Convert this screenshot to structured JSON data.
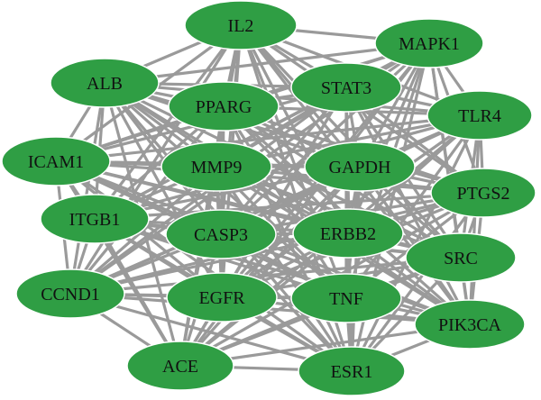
{
  "colors": {
    "node_fill": "#2f9e44",
    "node_stroke": "#ffffff",
    "edge": "#9a9a9a",
    "label": "#111111",
    "background": "#ffffff"
  },
  "network": {
    "nodes": [
      {
        "id": "IL2",
        "label": "IL2"
      },
      {
        "id": "MAPK1",
        "label": "MAPK1"
      },
      {
        "id": "ALB",
        "label": "ALB"
      },
      {
        "id": "STAT3",
        "label": "STAT3"
      },
      {
        "id": "PPARG",
        "label": "PPARG"
      },
      {
        "id": "TLR4",
        "label": "TLR4"
      },
      {
        "id": "ICAM1",
        "label": "ICAM1"
      },
      {
        "id": "MMP9",
        "label": "MMP9"
      },
      {
        "id": "GAPDH",
        "label": "GAPDH"
      },
      {
        "id": "PTGS2",
        "label": "PTGS2"
      },
      {
        "id": "ITGB1",
        "label": "ITGB1"
      },
      {
        "id": "CASP3",
        "label": "CASP3"
      },
      {
        "id": "ERBB2",
        "label": "ERBB2"
      },
      {
        "id": "SRC",
        "label": "SRC"
      },
      {
        "id": "CCND1",
        "label": "CCND1"
      },
      {
        "id": "EGFR",
        "label": "EGFR"
      },
      {
        "id": "TNF",
        "label": "TNF"
      },
      {
        "id": "PIK3CA",
        "label": "PIK3CA"
      },
      {
        "id": "ACE",
        "label": "ACE"
      },
      {
        "id": "ESR1",
        "label": "ESR1"
      }
    ],
    "complete_graph": true
  }
}
